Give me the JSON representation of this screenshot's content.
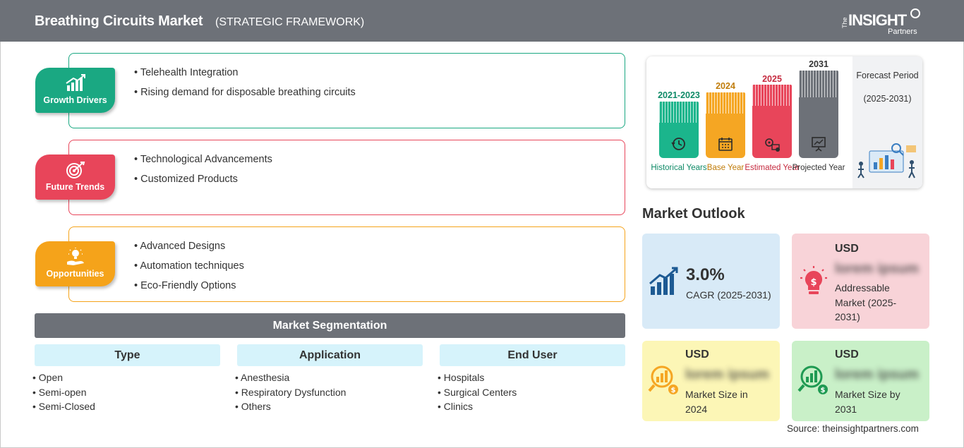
{
  "header": {
    "title": "Breathing Circuits Market",
    "subtitle": "(STRATEGIC FRAMEWORK)",
    "logo_the": "The",
    "logo_insight": "INSIGHT",
    "logo_partners": "Partners"
  },
  "strategy": [
    {
      "badge": "Growth Drivers",
      "icon": "growth-chart-icon",
      "color": "#1aa882",
      "items": [
        "Telehealth Integration",
        "Rising demand for disposable breathing circuits"
      ]
    },
    {
      "badge": "Future Trends",
      "icon": "target-icon",
      "color": "#e8455a",
      "items": [
        "Technological Advancements",
        "Customized Products"
      ]
    },
    {
      "badge": "Opportunities",
      "icon": "lightbulb-hand-icon",
      "color": "#f5a31a",
      "items": [
        "Advanced Designs",
        "Automation techniques",
        "Eco-Friendly Options"
      ]
    }
  ],
  "segmentation": {
    "title": "Market Segmentation",
    "columns": [
      {
        "header": "Type",
        "items": [
          "Open",
          "Semi-open",
          "Semi-Closed"
        ]
      },
      {
        "header": "Application",
        "items": [
          "Anesthesia",
          "Respiratory Dysfunction",
          "Others"
        ]
      },
      {
        "header": "End User",
        "items": [
          "Hospitals",
          "Surgical Centers",
          "Clinics"
        ]
      }
    ]
  },
  "timeline": {
    "forecast_title": "Forecast Period",
    "forecast_range": "(2025-2031)",
    "periods": [
      {
        "year": "2021-2023",
        "label": "Historical Years",
        "color": "#1bb58c",
        "year_color": "#0f8a67",
        "icon": "history-icon"
      },
      {
        "year": "2024",
        "label": "Base Year",
        "color": "#f5a623",
        "year_color": "#c07c0a",
        "icon": "calendar-icon"
      },
      {
        "year": "2025",
        "label": "Estimated Year",
        "color": "#e8455a",
        "year_color": "#c52a3f",
        "icon": "gears-icon"
      },
      {
        "year": "2031",
        "label": "Projected Year",
        "color": "#6d7178",
        "year_color": "#333333",
        "icon": "presentation-icon"
      }
    ]
  },
  "outlook": {
    "title": "Market Outlook",
    "cagr_value": "3.0%",
    "cagr_label": "CAGR (2025-2031)",
    "addressable_usd": "USD",
    "addressable_value": "lorem ipsum",
    "addressable_label": "Addressable Market (2025-2031)",
    "size_2024_usd": "USD",
    "size_2024_value": "lorem ipsum",
    "size_2024_label": "Market Size in 2024",
    "size_2031_usd": "USD",
    "size_2031_value": "lorem ipsum",
    "size_2031_label": "Market Size by 2031"
  },
  "source": "Source: theinsightpartners.com"
}
